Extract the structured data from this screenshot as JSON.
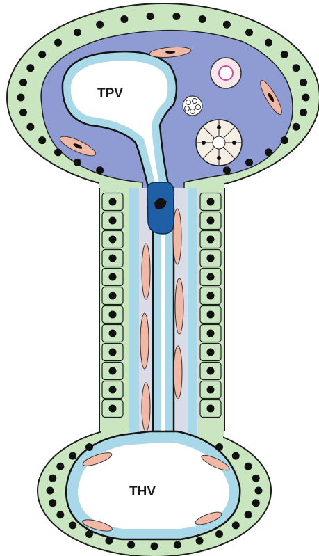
{
  "labels": {
    "tpv": "TPV",
    "thv": "THV"
  },
  "colors": {
    "epithelium": "#c9e6c1",
    "epithelium_outline": "#1e1e1e",
    "nucleus": "#111111",
    "interstitium": "#8f9bd3",
    "endothelium": "#a9d8e8",
    "basement_membrane": "#151515",
    "lumen": "#ffffff",
    "pericyte": "#f2b8a6",
    "dark_cell": "#1f5fa5",
    "subendothelial": "#d9dbe6"
  },
  "icons": [
    "smooth-muscle-cell",
    "nerve-fiber-bundle",
    "capillary",
    "lymphatic",
    "macrophage"
  ]
}
